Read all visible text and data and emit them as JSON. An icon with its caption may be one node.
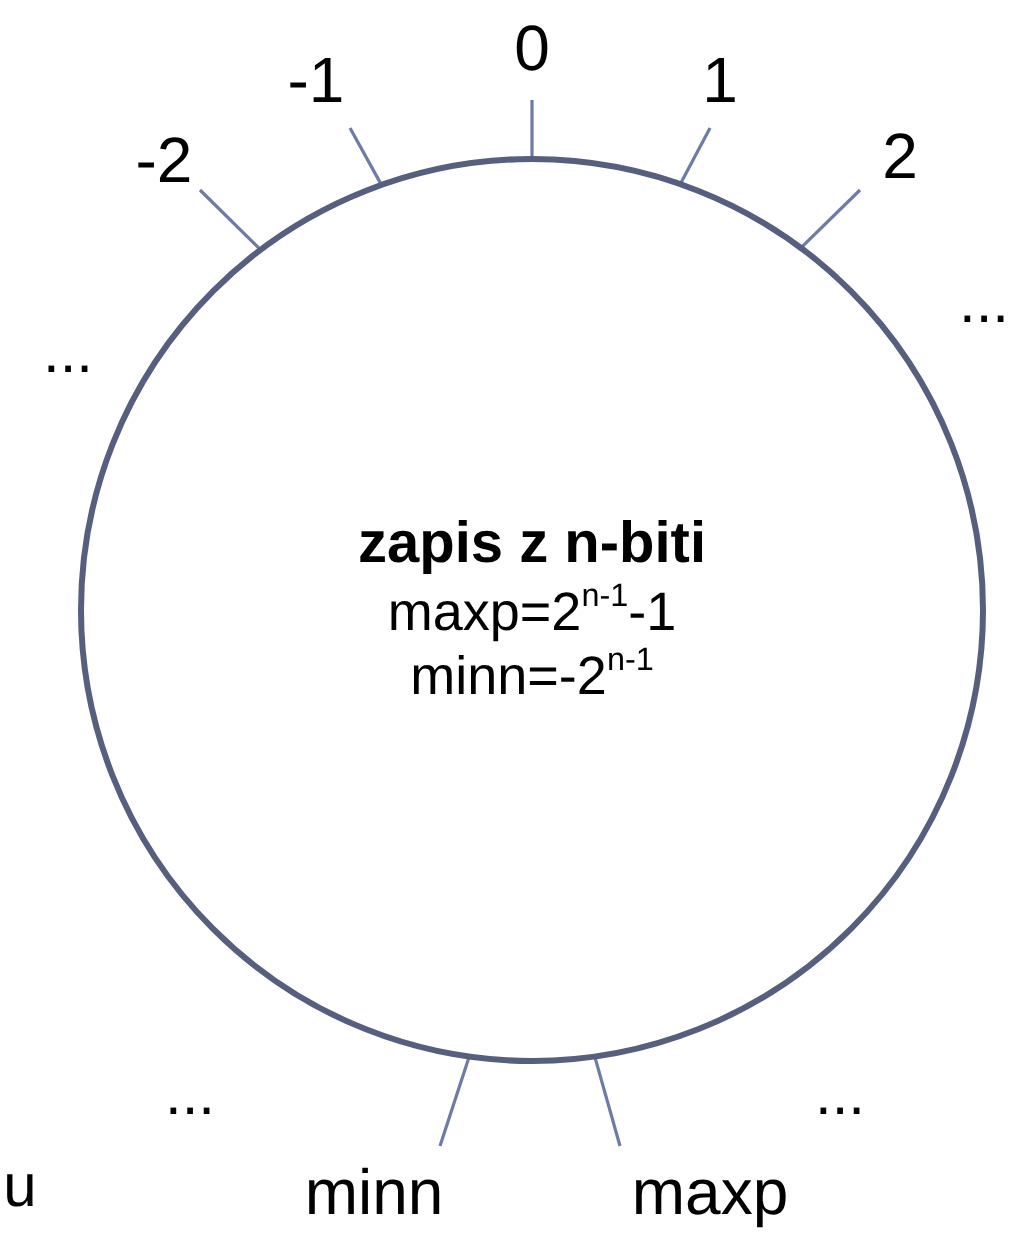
{
  "diagram": {
    "nodes": [
      {
        "text": [
          "zapis z n-biti",
          "maxp=2$^{n-1}$-1",
          "minn=-2$^{n-1}$"
        ]
      },
      {
        "text": [
          "-2"
        ]
      },
      {
        "text": [
          "-1"
        ]
      },
      {
        "text": [
          "0"
        ]
      },
      {
        "text": [
          "1"
        ]
      },
      {
        "text": [
          "2"
        ]
      },
      {
        "text": [
          "minn"
        ]
      },
      {
        "text": [
          "maxp"
        ]
      }
    ],
    "edges": [
      {
        "from": 1,
        "to": 0,
        "arrow": "none"
      },
      {
        "from": 2,
        "to": 0,
        "arrow": "none"
      },
      {
        "from": 3,
        "to": 0,
        "arrow": "none"
      },
      {
        "from": 4,
        "to": 0,
        "arrow": "none"
      },
      {
        "from": 5,
        "to": 0,
        "arrow": "none"
      },
      {
        "from": 6,
        "to": 0,
        "arrow": "none"
      },
      {
        "from": 7,
        "to": 0,
        "arrow": "none"
      }
    ],
    "labels": [
      "...",
      "...",
      "...",
      "...",
      "u"
    ]
  }
}
